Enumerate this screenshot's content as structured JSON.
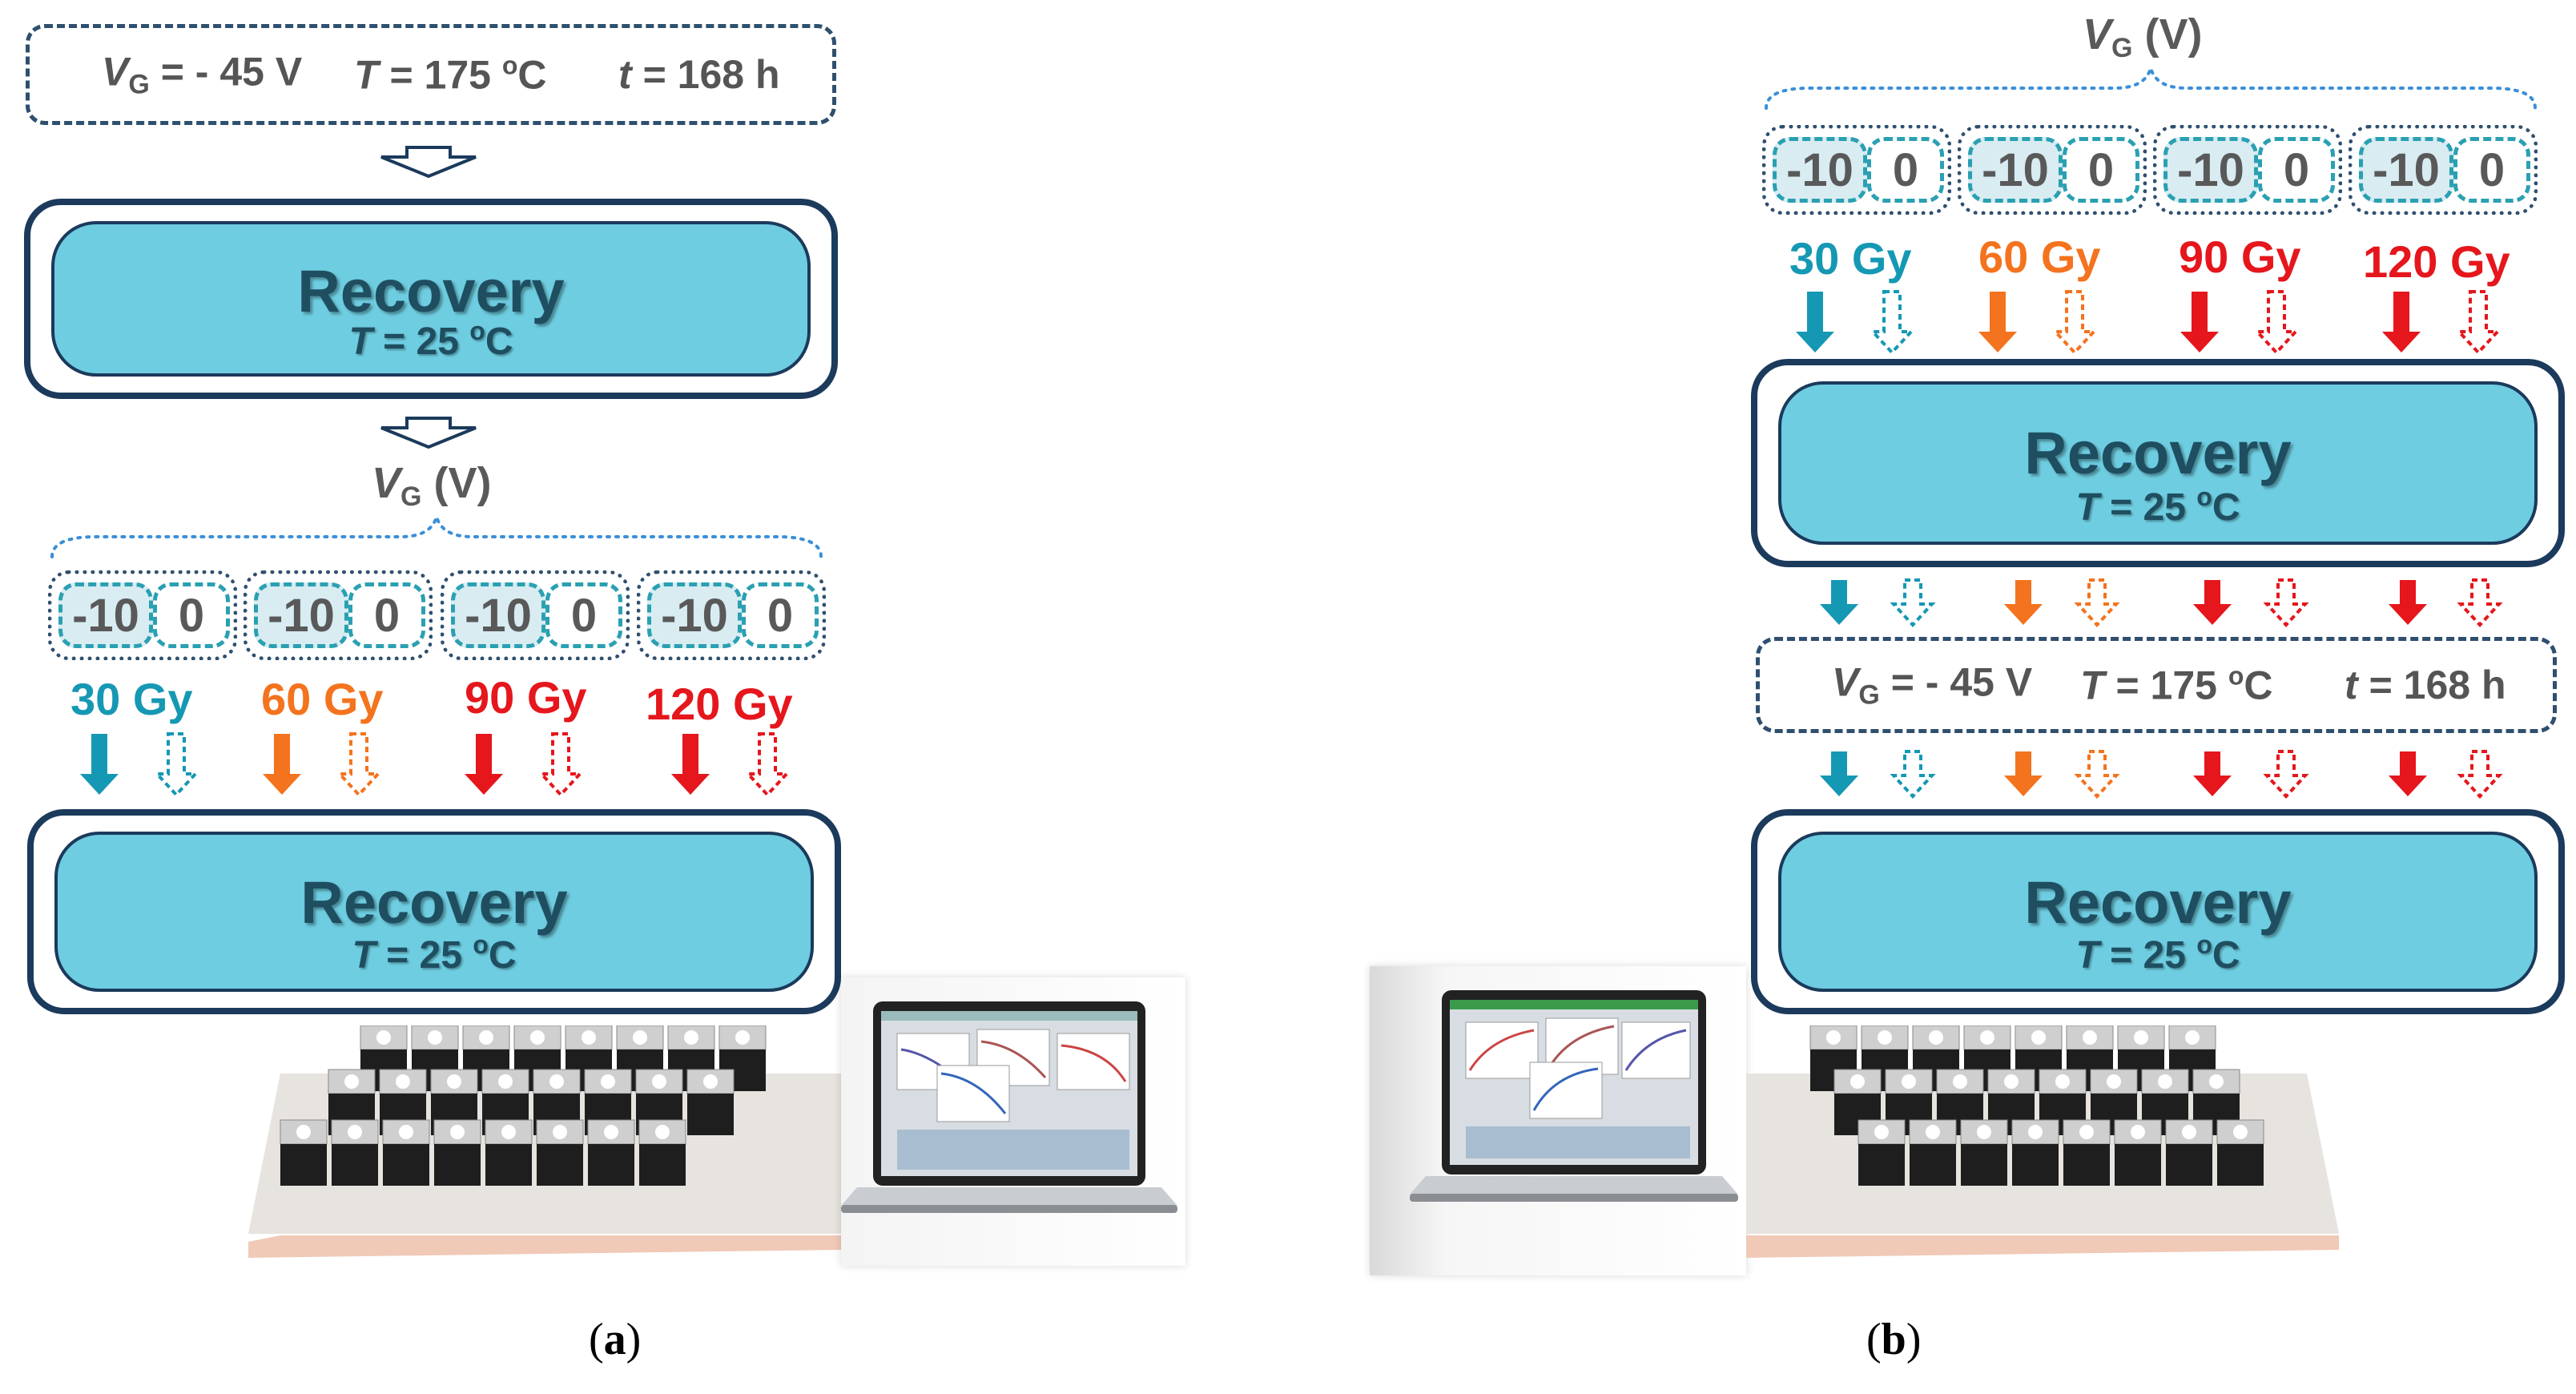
{
  "colors": {
    "teal": "#1598b4",
    "orange": "#f4731e",
    "red": "#e5161c",
    "recovery_fill": "#6ecde0",
    "border_navy": "#1b3a5c"
  },
  "stress_condition": {
    "vg_symbol": "V",
    "vg_subscript": "G",
    "vg_value": "= - 45 V",
    "t_symbol": "T",
    "t_value": "= 175 ",
    "t_unit_sup": "o",
    "t_unit": "C",
    "time_symbol": "t",
    "time_value": "= 168 h"
  },
  "recovery": {
    "title": "Recovery",
    "temp_symbol": "T",
    "temp_value": "= 25 ",
    "temp_sup": "o",
    "temp_unit": "C"
  },
  "vg_label": {
    "symbol": "V",
    "subscript": "G",
    "unit": "(V)"
  },
  "vg_values": [
    "-10",
    "0"
  ],
  "doses": [
    {
      "label": "30 Gy",
      "color": "#1598b4"
    },
    {
      "label": "60 Gy",
      "color": "#f4731e"
    },
    {
      "label": "90 Gy",
      "color": "#e5161c"
    },
    {
      "label": "120 Gy",
      "color": "#e5161c"
    }
  ],
  "captions": {
    "a": "a",
    "b": "b"
  },
  "icons": {
    "hollow_arrow": "hollow-down-arrow-icon",
    "solid_arrow": "solid-down-arrow-icon",
    "dashed_arrow": "dashed-down-arrow-icon",
    "laptop": "laptop-icon",
    "transistor_array": "transistor-array-icon"
  }
}
